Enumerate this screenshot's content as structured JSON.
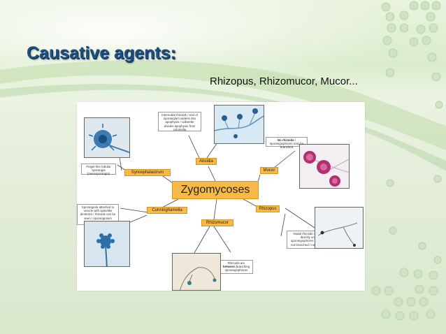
{
  "slide": {
    "title": "Causative agents:",
    "subtitle": "Rhizopus, Rhizomucor, Mucor..."
  },
  "diagram": {
    "central": "Zygomycoses",
    "nodes": {
      "absidia": "Absidia",
      "mucor": "Mucor",
      "rhizopus": "Rhizopus",
      "rhizomucor": "Rhizomucor",
      "cunninghamella": "Cunninghamella",
      "syncephalastrum": "Syncephalastrum"
    },
    "notes": {
      "absidia": "Internodal rhizoids / end of sporangium widens into apophysis / collarette divides apophysis from columella",
      "mucor_bold": "No rhizoids",
      "mucor_rest": " / sporangiophores may be branched",
      "rhizopus": "Nodal rhizoids occurring directly under sporangiophores / generally not branched / no columella",
      "rhizomucor_pre": "Rhizoids are ",
      "rhizomucor_bold": "between",
      "rhizomucor_post": " branching sporangiophores",
      "cunninghamella": "Sporangiola attached to vesicle with spinelike denticles / rhizoids can be seen / sporangiolum contains one spore",
      "syncephalastrum": "Finger-like tubular sporangia (merosporangia)"
    }
  },
  "colors": {
    "title": "#1d4f83",
    "node_fill": "#f7b947",
    "node_border": "#d89522",
    "micrograph_blue": "#2b6fa8",
    "micrograph_magenta": "#b3306f"
  }
}
